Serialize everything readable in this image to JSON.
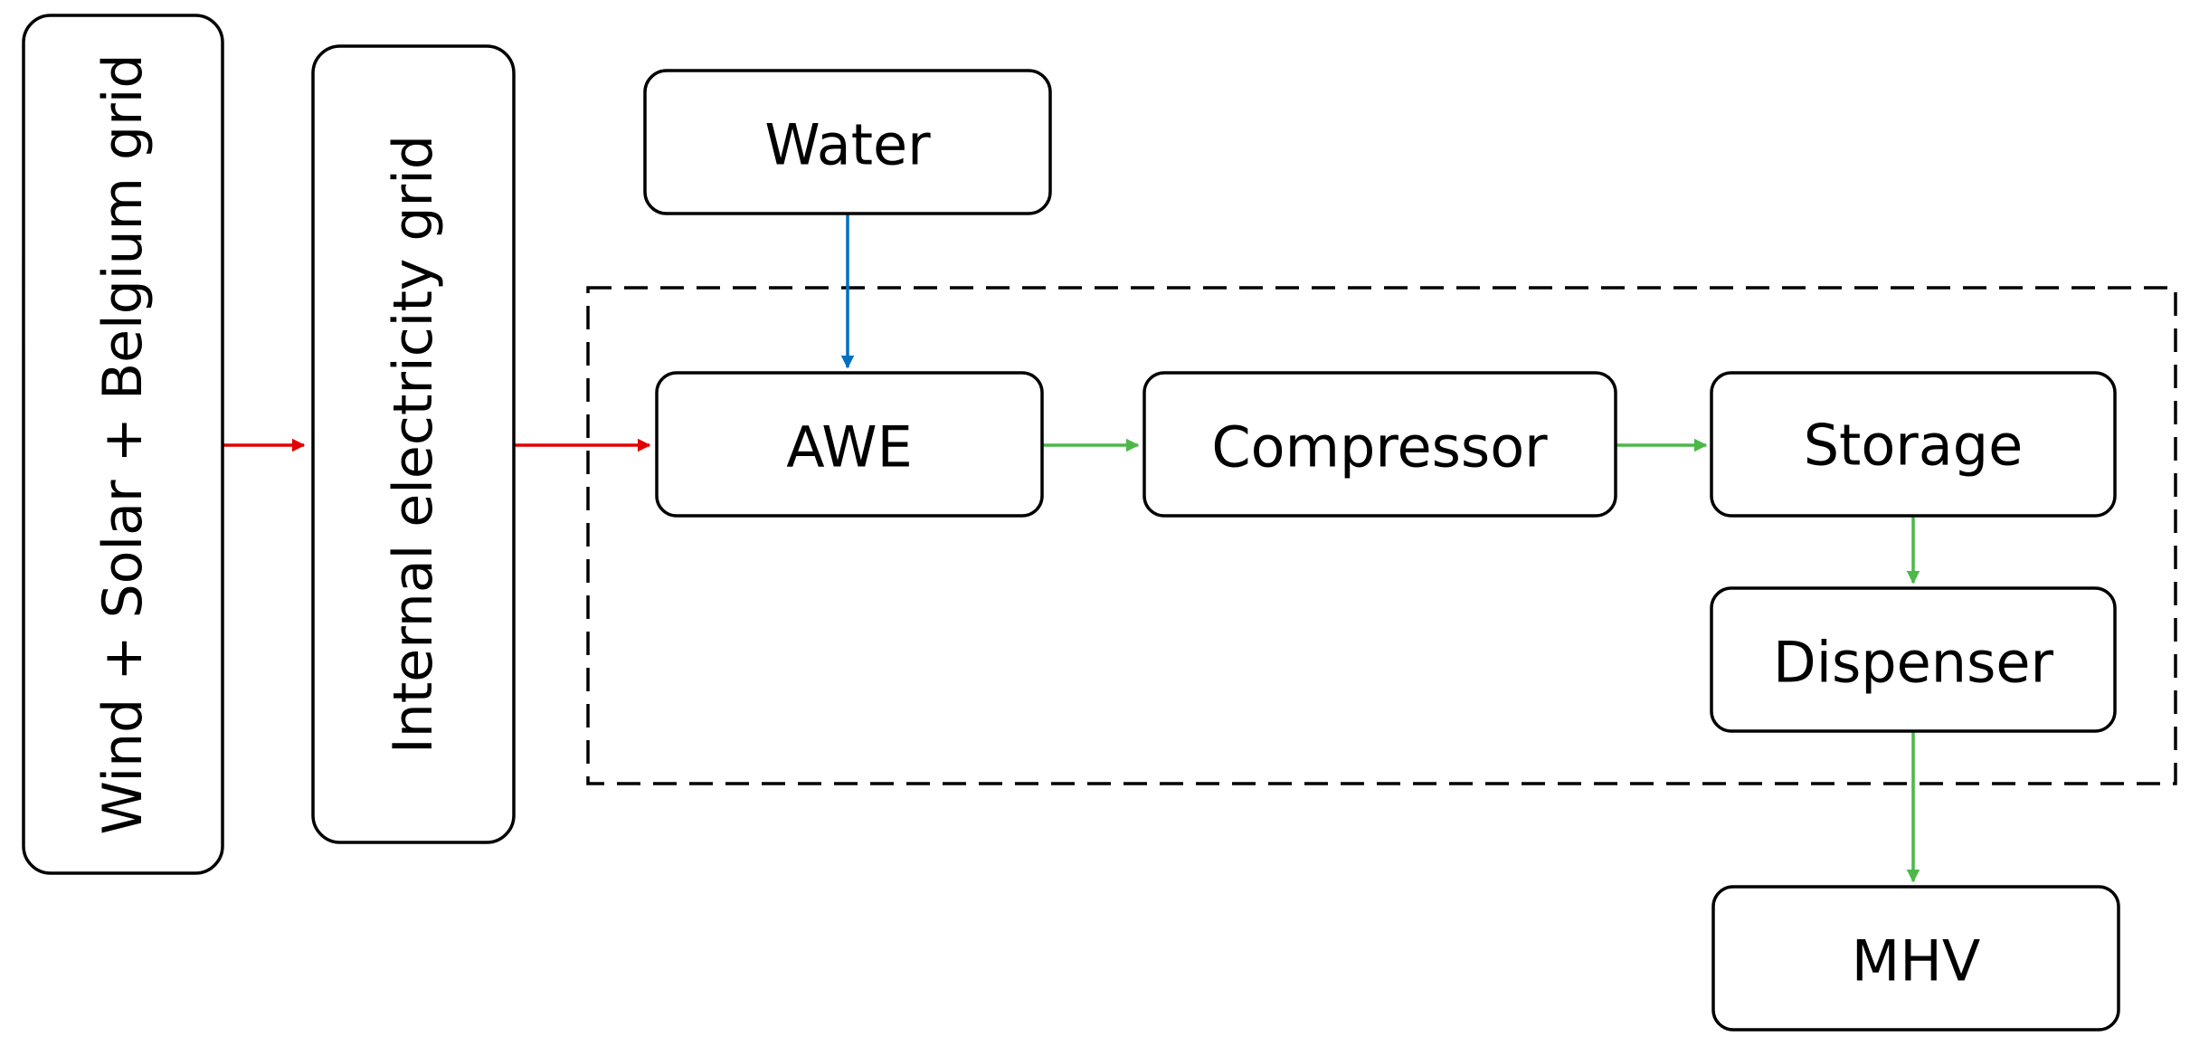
{
  "nodes": {
    "sources": "Wind + Solar + Belgium grid",
    "internal_grid": "Internal electricity grid",
    "water": "Water",
    "awe": "AWE",
    "compressor": "Compressor",
    "storage": "Storage",
    "dispenser": "Dispenser",
    "mhv": "MHV"
  },
  "flows": [
    {
      "from": "sources",
      "to": "internal_grid",
      "kind": "electricity"
    },
    {
      "from": "internal_grid",
      "to": "awe",
      "kind": "electricity"
    },
    {
      "from": "water",
      "to": "awe",
      "kind": "water"
    },
    {
      "from": "awe",
      "to": "compressor",
      "kind": "hydrogen"
    },
    {
      "from": "compressor",
      "to": "storage",
      "kind": "hydrogen"
    },
    {
      "from": "storage",
      "to": "dispenser",
      "kind": "hydrogen"
    },
    {
      "from": "dispenser",
      "to": "mhv",
      "kind": "hydrogen"
    }
  ],
  "colors": {
    "electricity": "#e00000",
    "water": "#0070c0",
    "hydrogen": "#4cb848",
    "outline": "#000000"
  }
}
